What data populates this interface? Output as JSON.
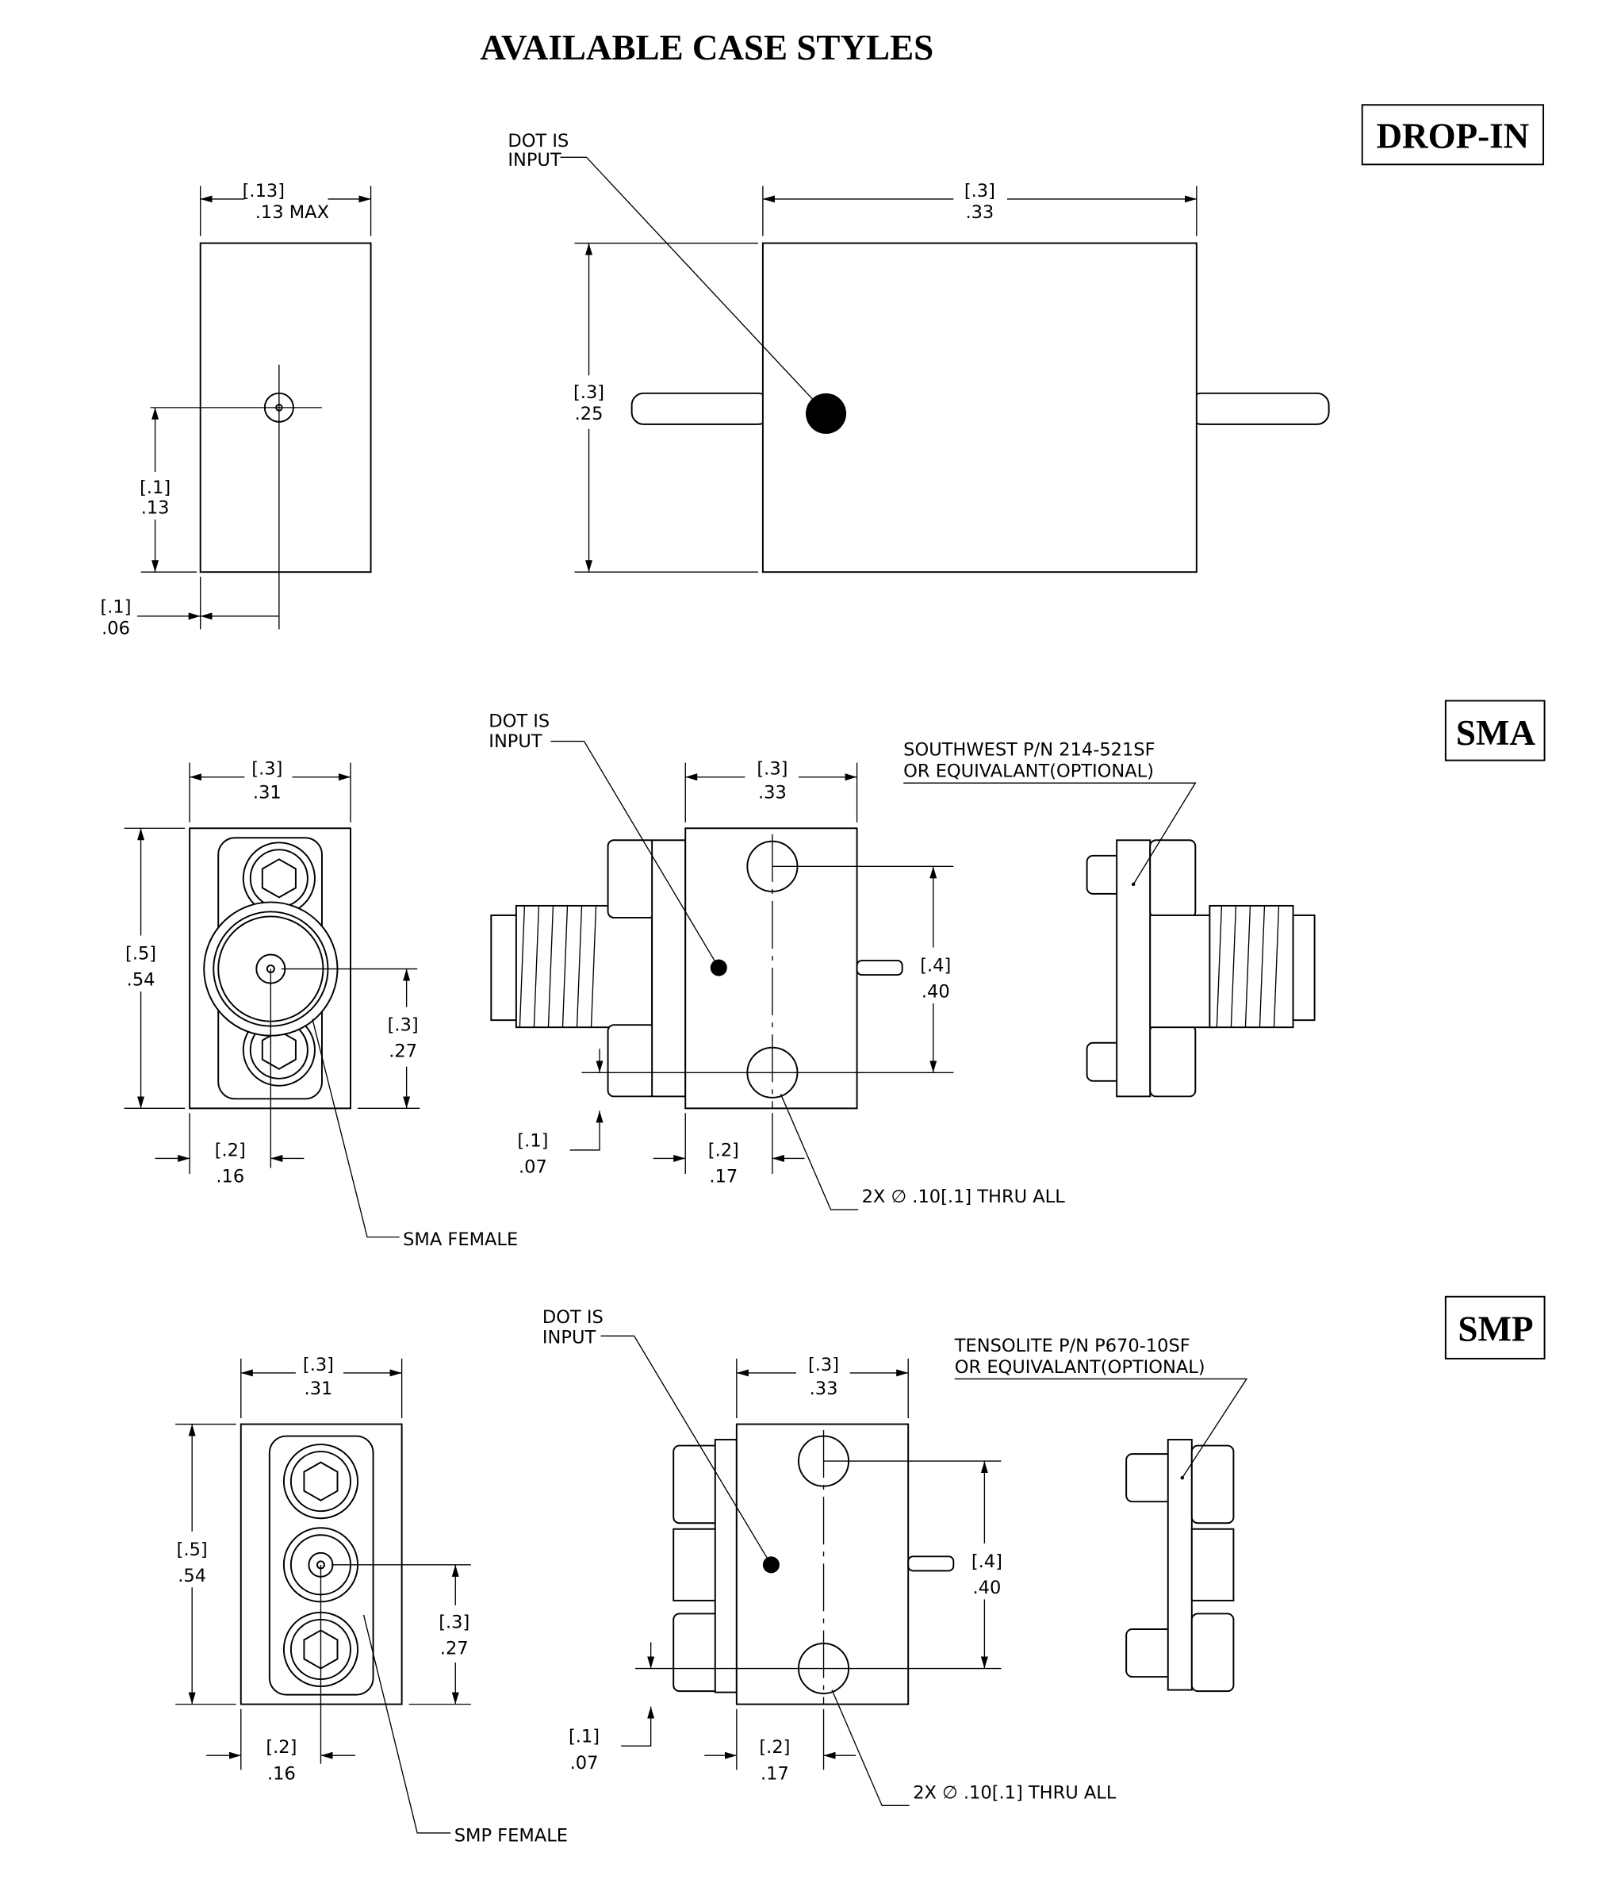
{
  "title": "AVAILABLE CASE STYLES",
  "sections": {
    "dropin": {
      "label": "DROP-IN",
      "dot_note": [
        "DOT IS",
        "INPUT"
      ],
      "dims": {
        "width_top_b": "[.13]",
        "width_top": ".13  MAX",
        "pin_h_b": "[.1]",
        "pin_h": ".13",
        "pin_x_b": "[.1]",
        "pin_x": ".06",
        "len_b": "[.3]",
        "len": ".33",
        "height_b": "[.3]",
        "height": ".25"
      }
    },
    "sma": {
      "label": "SMA",
      "dot_note": [
        "DOT IS",
        "INPUT"
      ],
      "connector_note": [
        "SOUTHWEST P/N 214-521SF",
        "OR EQUIVALANT(OPTIONAL)"
      ],
      "female_note": "SMA FEMALE",
      "hole_note": "2X ∅ .10[.1] THRU ALL",
      "dims": {
        "w_b": "[.3]",
        "w": ".31",
        "h_b": "[.5]",
        "h": ".54",
        "c_b": "[.3]",
        "c": ".27",
        "cx_b": "[.2]",
        "cx": ".16",
        "len_b": "[.3]",
        "len": ".33",
        "hole_b": "[.4]",
        "hole": ".40",
        "off_b": "[.1]",
        "off": ".07",
        "hx_b": "[.2]",
        "hx": ".17"
      }
    },
    "smp": {
      "label": "SMP",
      "dot_note": [
        "DOT IS",
        "INPUT"
      ],
      "connector_note": [
        "TENSOLITE P/N P670-10SF",
        "OR EQUIVALANT(OPTIONAL)"
      ],
      "female_note": "SMP FEMALE",
      "hole_note": "2X ∅ .10[.1] THRU ALL",
      "dims": {
        "w_b": "[.3]",
        "w": ".31",
        "h_b": "[.5]",
        "h": ".54",
        "c_b": "[.3]",
        "c": ".27",
        "cx_b": "[.2]",
        "cx": ".16",
        "len_b": "[.3]",
        "len": ".33",
        "hole_b": "[.4]",
        "hole": ".40",
        "off_b": "[.1]",
        "off": ".07",
        "hx_b": "[.2]",
        "hx": ".17"
      }
    }
  }
}
